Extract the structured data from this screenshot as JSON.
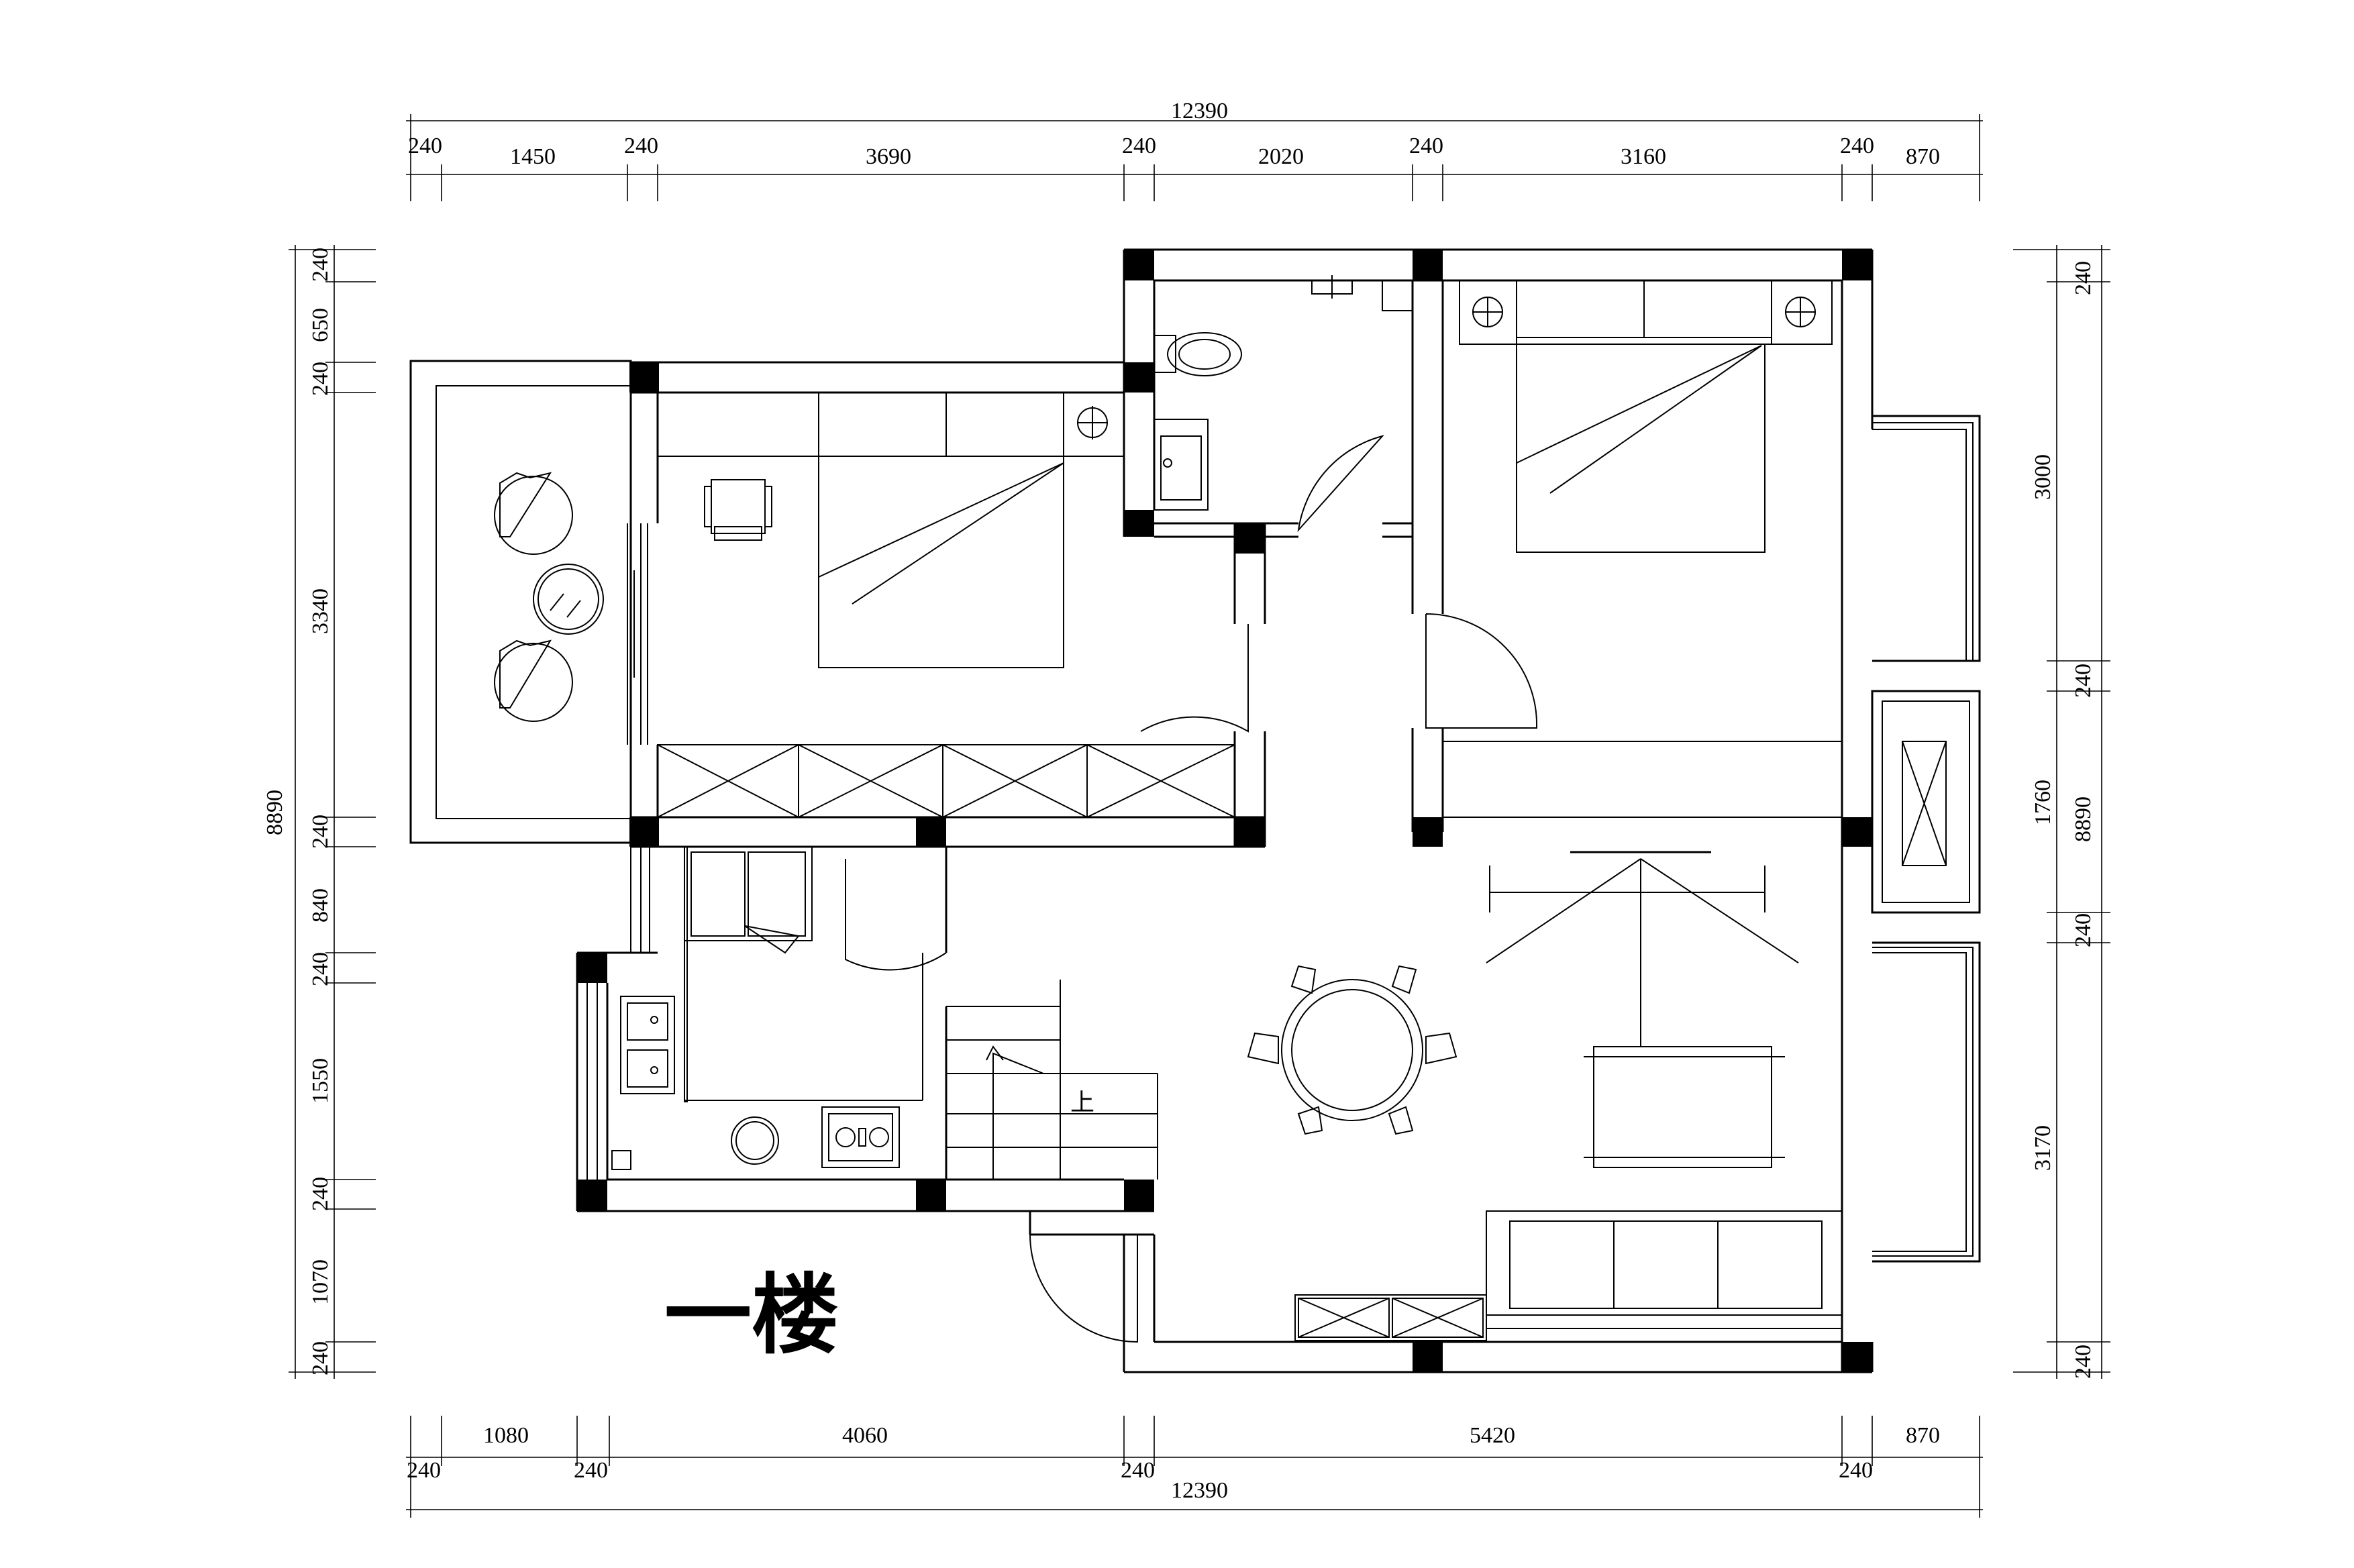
{
  "floor_label": "一楼",
  "stair_label": "上",
  "dims": {
    "top_total": "12390",
    "top": [
      "240",
      "1450",
      "240",
      "3690",
      "240",
      "2020",
      "240",
      "3160",
      "240",
      "870"
    ],
    "bottom_total": "12390",
    "bottom_upper": [
      "1080",
      "4060",
      "5420",
      "870"
    ],
    "bottom_lower": [
      "240",
      "240",
      "240",
      "240"
    ],
    "left_total": "8890",
    "left": [
      "240",
      "650",
      "240",
      "3340",
      "240",
      "840",
      "240",
      "1550",
      "240",
      "1070",
      "240"
    ],
    "right_total": "8890",
    "right": [
      "240",
      "3000",
      "240",
      "1760",
      "240",
      "3170",
      "240"
    ]
  }
}
